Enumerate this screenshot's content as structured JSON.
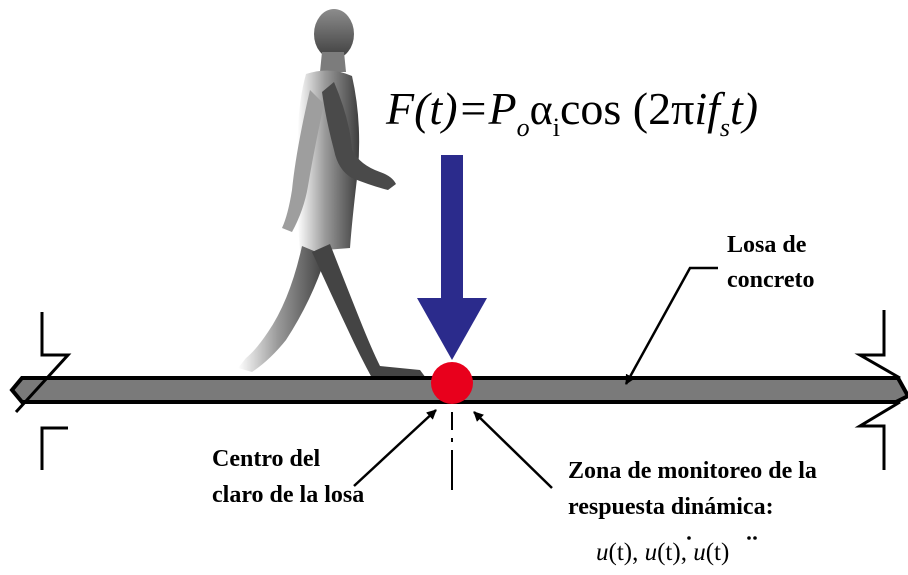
{
  "formula": {
    "lhs": "F(t)=P",
    "p_sub": "o",
    "alpha": "α",
    "alpha_sub": "i",
    "cos": "cos (2",
    "pi": "π",
    "if": "if",
    "fs_sub": "s",
    "tail": "t)"
  },
  "labels": {
    "slab_line1": "Losa de",
    "slab_line2": "concreto",
    "center_line1": "Centro del",
    "center_line2": "claro de la losa",
    "zone_line1": "Zona de monitoreo de la",
    "zone_line2": "respuesta dinámica:"
  },
  "response": {
    "u": "u",
    "u_arg": "(t), ",
    "udot": "u",
    "udot_arg": "(t), ",
    "uddot": "u",
    "uddot_arg": "(t)"
  },
  "colors": {
    "slab": "#7a7a7a",
    "force_arrow": "#2b2b8c",
    "monitor_point": "#e8001c",
    "walker": "#5a5a5a"
  },
  "icons": {
    "walker": "walking-person-icon",
    "force": "down-arrow-icon",
    "point": "red-dot-icon"
  }
}
